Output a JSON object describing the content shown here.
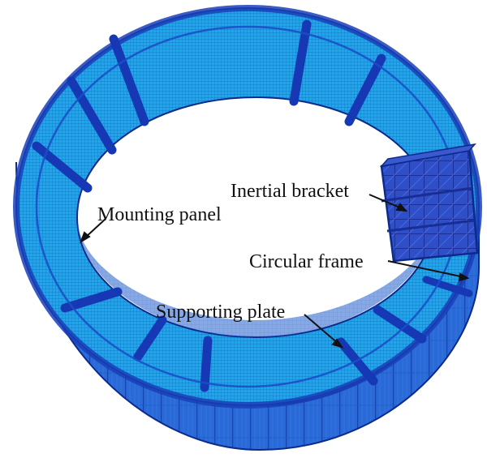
{
  "labels": {
    "inertial_bracket": "Inertial bracket",
    "mounting_panel": "Mounting panel",
    "circular_frame": "Circular frame",
    "supporting_plate": "Supporting plate"
  },
  "colors": {
    "mesh_light": "#1aa6e6",
    "mesh_dark": "#1a4fc8",
    "structure_dark": "#1638b4",
    "outline": "#0b2a8a",
    "background": "#ffffff",
    "text": "#111111"
  }
}
